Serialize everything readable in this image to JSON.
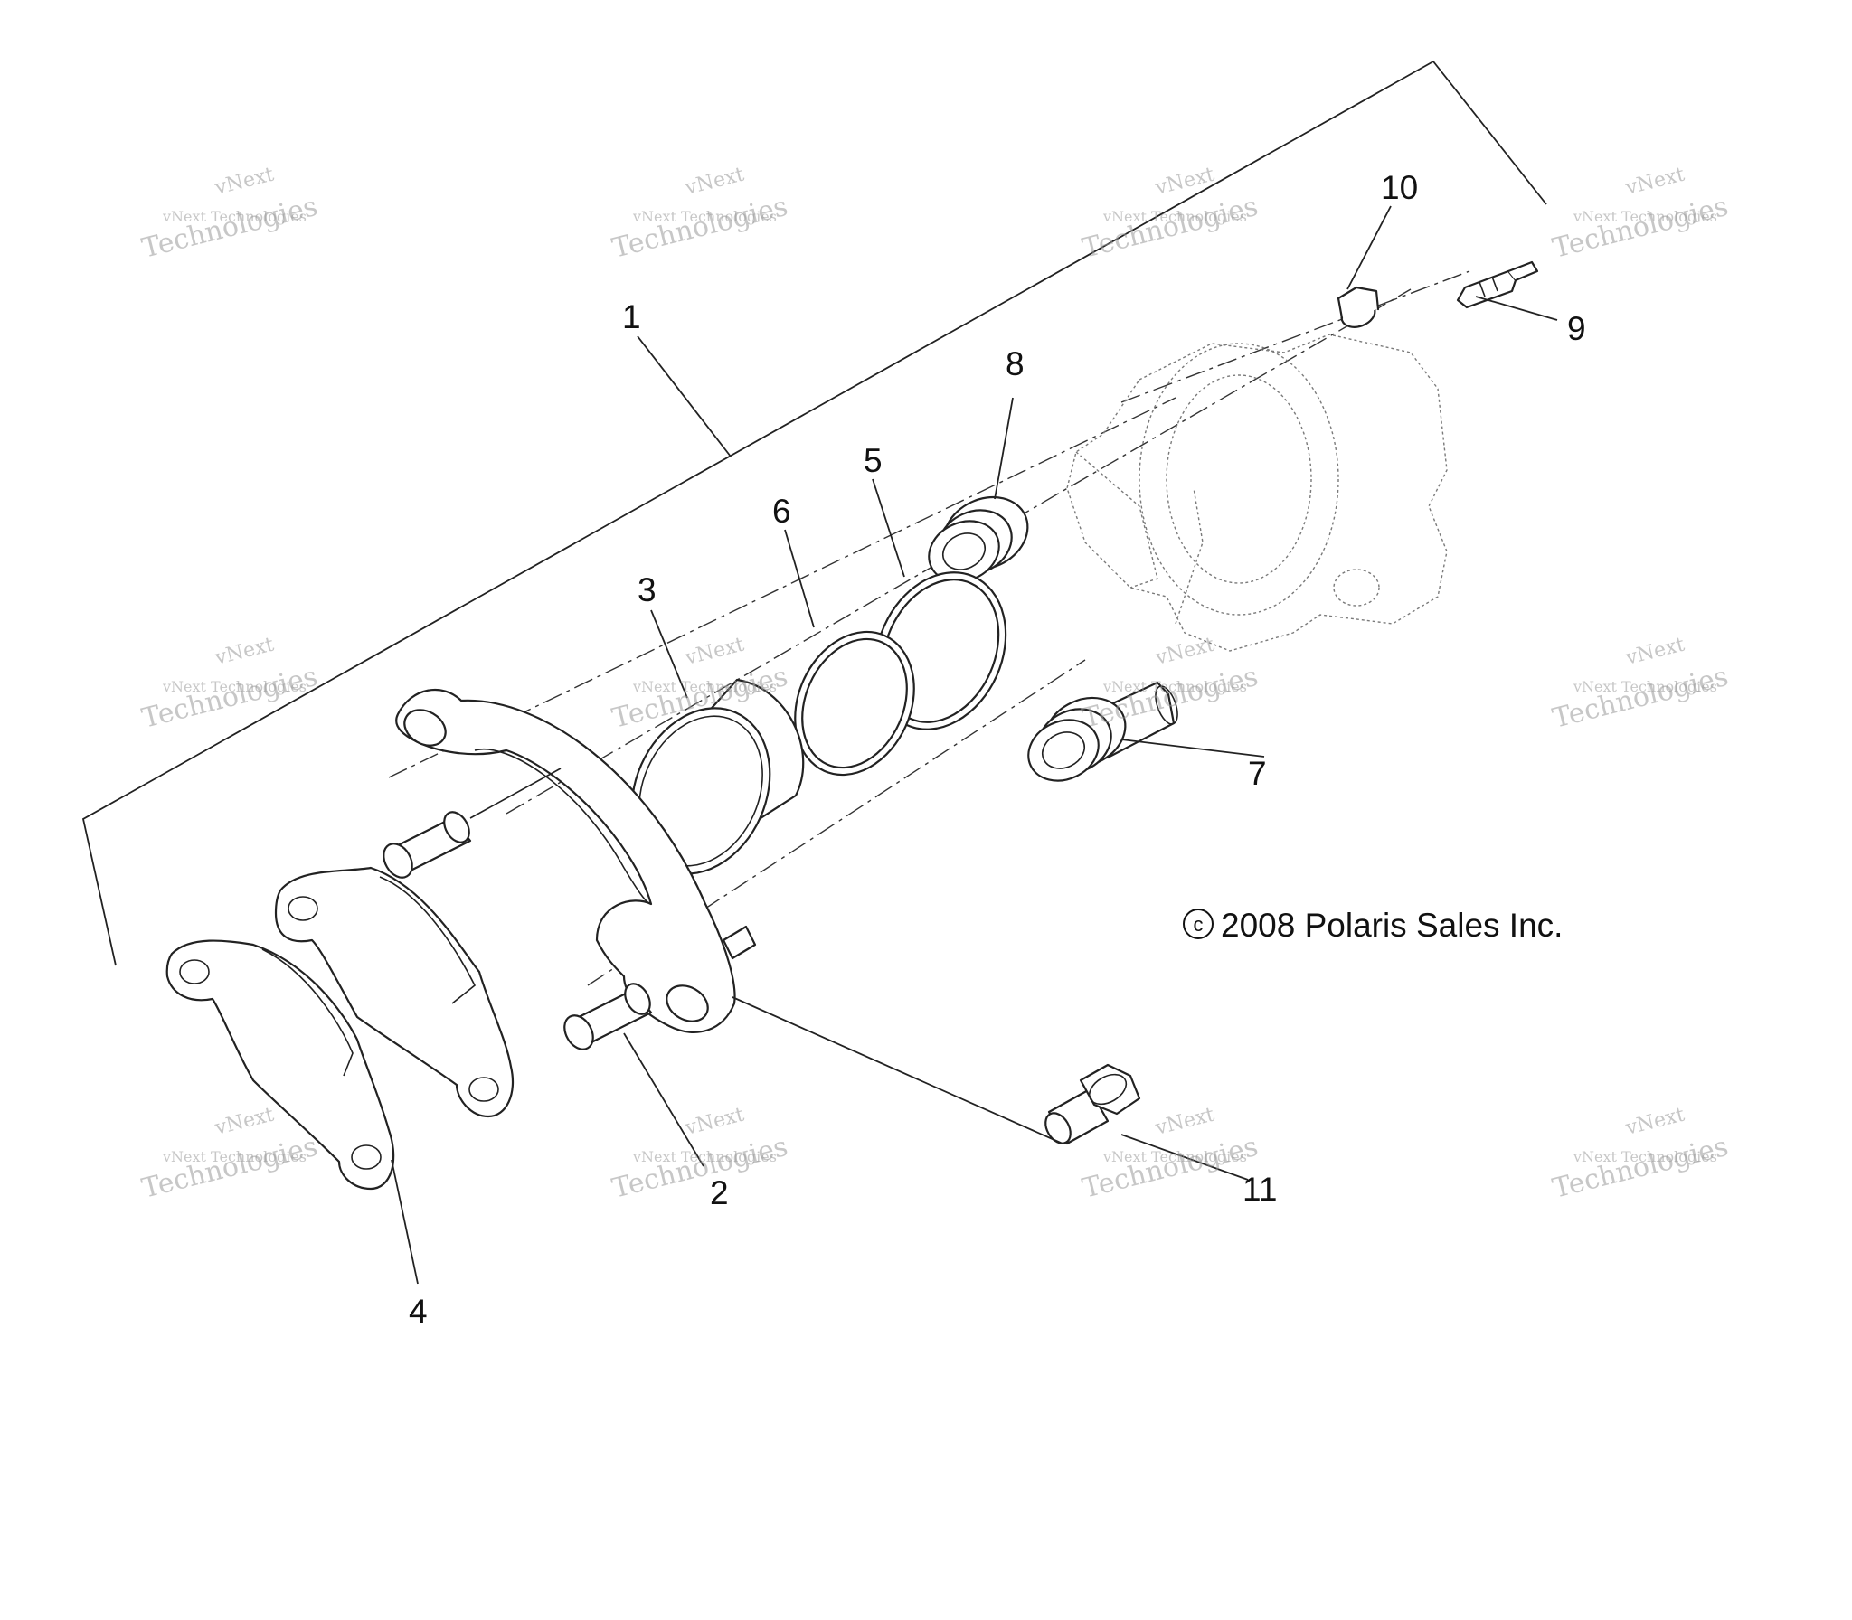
{
  "diagram": {
    "callouts": [
      "1",
      "2",
      "3",
      "4",
      "5",
      "6",
      "7",
      "8",
      "9",
      "10",
      "11"
    ],
    "copyright": "2008 Polaris Sales Inc.",
    "copyright_symbol": "c",
    "watermark": {
      "line1": "vNext",
      "line2": "vNext Technologies",
      "line3": "Technologies"
    }
  }
}
